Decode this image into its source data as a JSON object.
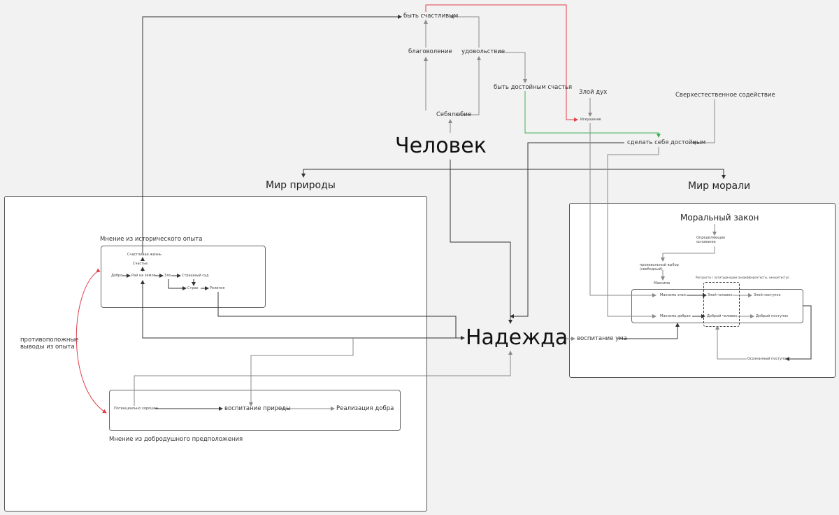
{
  "diagram": {
    "central": {
      "human": "Человек",
      "hope": "Надежда"
    },
    "top": {
      "be_happy": "быть счастливым",
      "benevolence": "благоволение",
      "pleasure": "удовольствие",
      "self_love": "Себялюбие",
      "be_worthy_of_happiness": "быть достойным счастья",
      "evil_spirit": "Злой дух",
      "temptation": "Искушение",
      "supernatural_assistance": "Сверхестественное содействие",
      "make_oneself_worthy": "сделать себя достойным"
    },
    "worlds": {
      "nature": "Мир природы",
      "morality": "Мир морали"
    },
    "nature_world": {
      "historical_opinion": {
        "title": "Мнение из исторического опыта",
        "nodes": {
          "happy_life": "Счастливая жизнь",
          "happiness": "Счастье",
          "good": "Добро",
          "paradise_on_earth": "Рай на земле",
          "evil": "Зло",
          "last_judgment": "Страшный суд",
          "fear": "Страх",
          "religion": "Религия"
        }
      },
      "opposite_conclusions": "противоположные\nвыводы из опыта",
      "goodnatured_opinion": {
        "title": "Мнение из добродушного предположения",
        "nodes": {
          "potentially_good": "Потенциально хорошее",
          "education_of_nature": "воспитание природы",
          "realization_of_good": "Реализация добра"
        }
      }
    },
    "moral_world": {
      "moral_law": "Моральный закон",
      "determining_ground": "Определяющее\nоснование",
      "arbitrary_choice": "произвольный выбор\n(свободный)",
      "maxim": "Максима",
      "rigorists_label": "Ригористы / латитудинарии (индифферентисты, синкретисты)",
      "evil_maxim": "Максима злая",
      "evil_person": "Злой человек",
      "evil_deed": "Злой поступок",
      "good_maxim": "Максима добрая",
      "good_person": "Добрый человек",
      "good_deed": "Добрый поступок",
      "conscious_deed": "Осознанный поступок"
    },
    "education_of_mind": "воспитание ума",
    "colors": {
      "background": "#f2f2f2",
      "frame": "#ffffff",
      "line_dark": "#333333",
      "line_gray": "#8a8a8a",
      "red": "#e0404a",
      "green": "#3cb054"
    }
  }
}
